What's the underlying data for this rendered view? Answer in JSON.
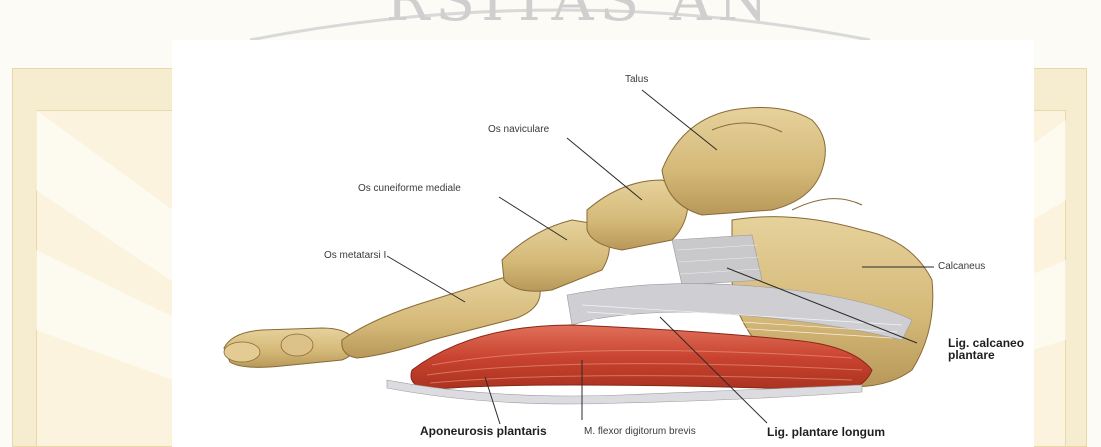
{
  "watermark": {
    "text": "RSITAS AN"
  },
  "labels": {
    "talus": "Talus",
    "os_naviculare": "Os naviculare",
    "os_cuneiforme_mediale": "Os cuneiforme mediale",
    "os_metatarsi_i": "Os metatarsi I",
    "calcaneus": "Calcaneus",
    "lig_calcaneo_plantare_line1": "Lig. calcaneo",
    "lig_calcaneo_plantare_line2": "plantare",
    "aponeurosis_plantaris": "Aponeurosis plantaris",
    "m_flexor_digitorum_brevis": "M. flexor digitorum brevis",
    "lig_plantare_longum": "Lig. plantare longum"
  },
  "colors": {
    "bone": "#d8be82",
    "bone_shadow": "#a8874c",
    "muscle": "#c8432f",
    "muscle_light": "#e0705a",
    "ligament": "#c9c9cc",
    "watermark_frame": "#f6eccf"
  }
}
